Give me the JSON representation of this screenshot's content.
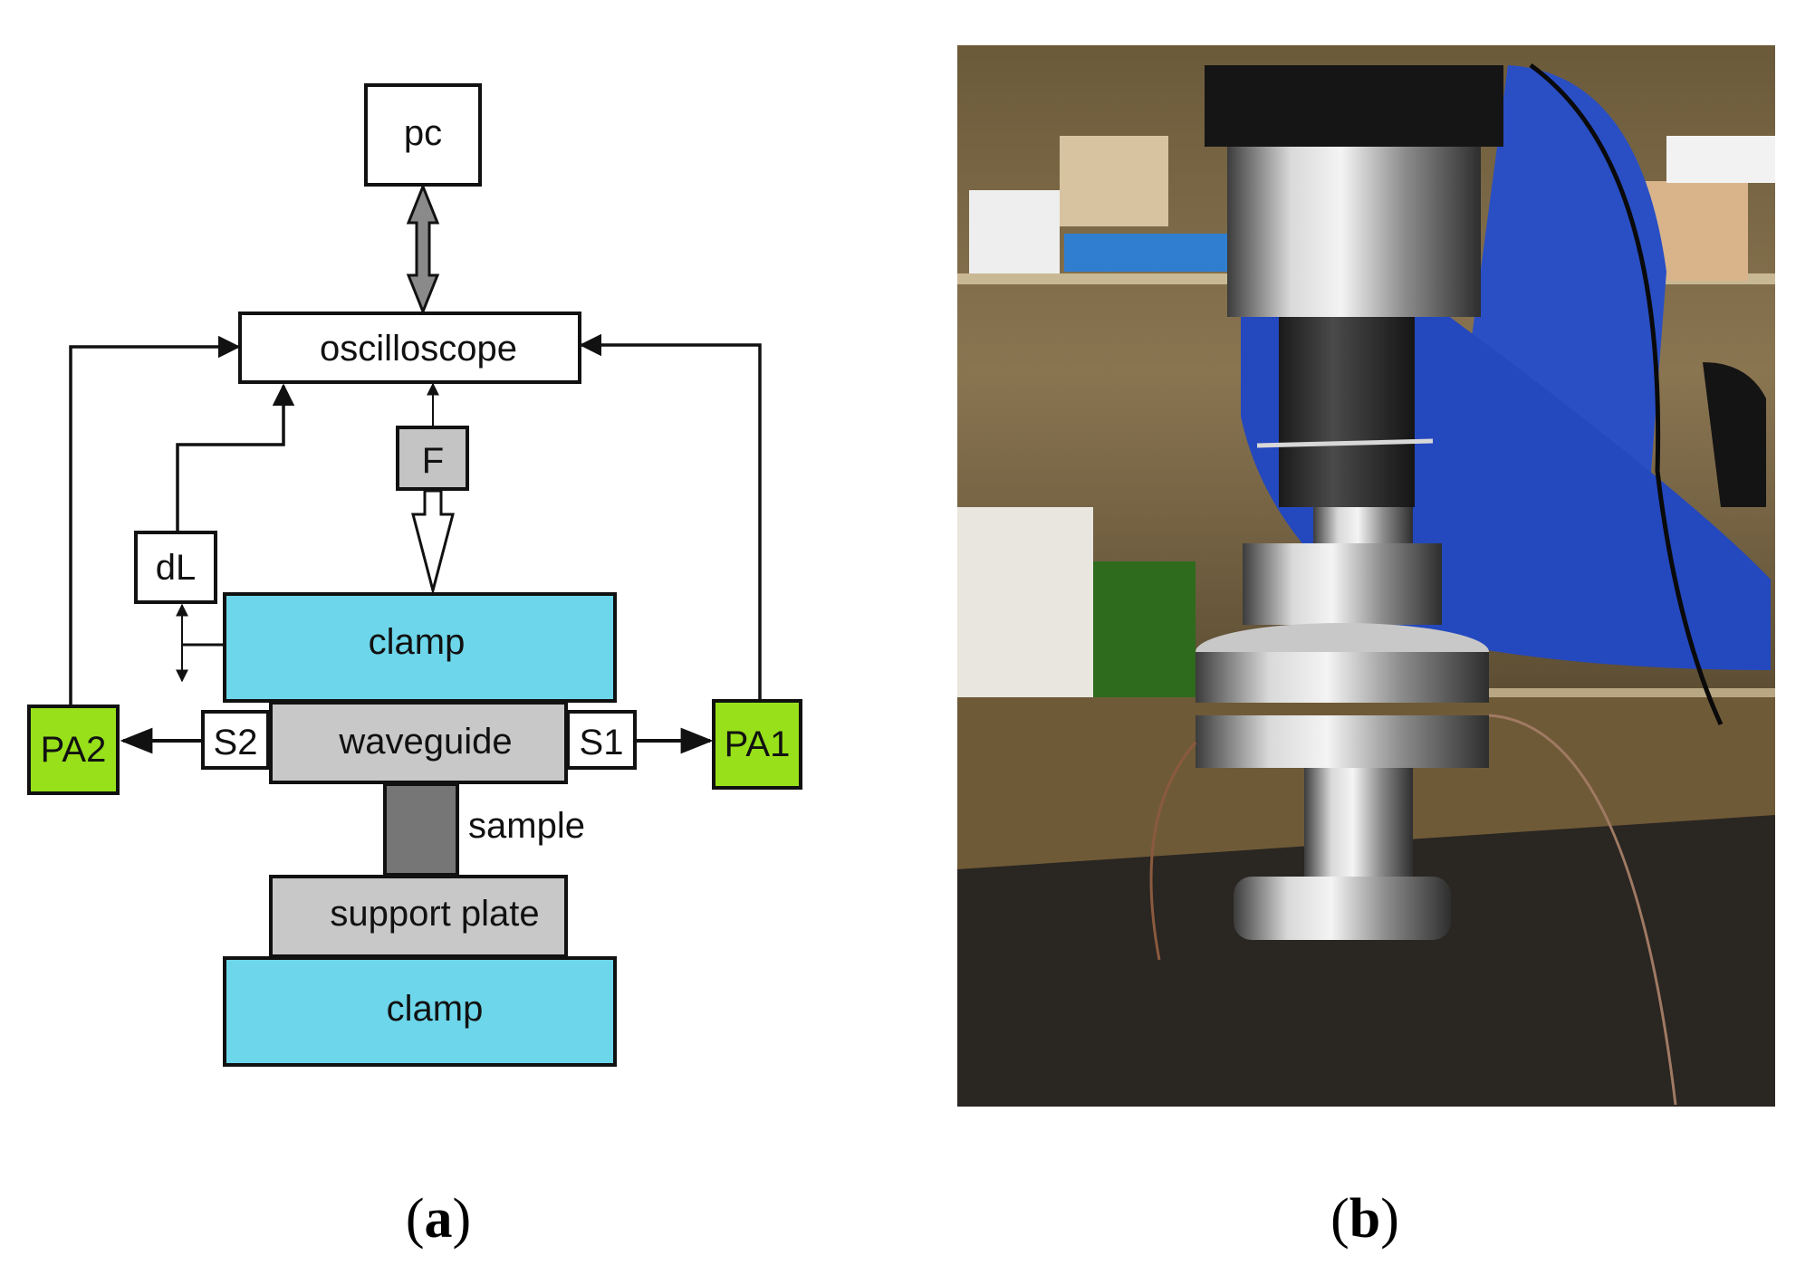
{
  "diagram": {
    "pc": "pc",
    "oscilloscope": "oscilloscope",
    "force": "F",
    "dl": "dL",
    "clamp_top": "clamp",
    "waveguide": "waveguide",
    "sensor_left": "S2",
    "sensor_right": "S1",
    "preamp_left": "PA2",
    "preamp_right": "PA1",
    "sample": "sample",
    "support_plate": "support plate",
    "clamp_bottom": "clamp"
  },
  "captions": {
    "a_letter": "a",
    "b_letter": "b"
  },
  "colors": {
    "clamp": "#6dd6ea",
    "preamp": "#97e01a",
    "gray_block": "#c8c8c8",
    "sample": "#767676",
    "force_arrow": "#8a8a8a"
  }
}
